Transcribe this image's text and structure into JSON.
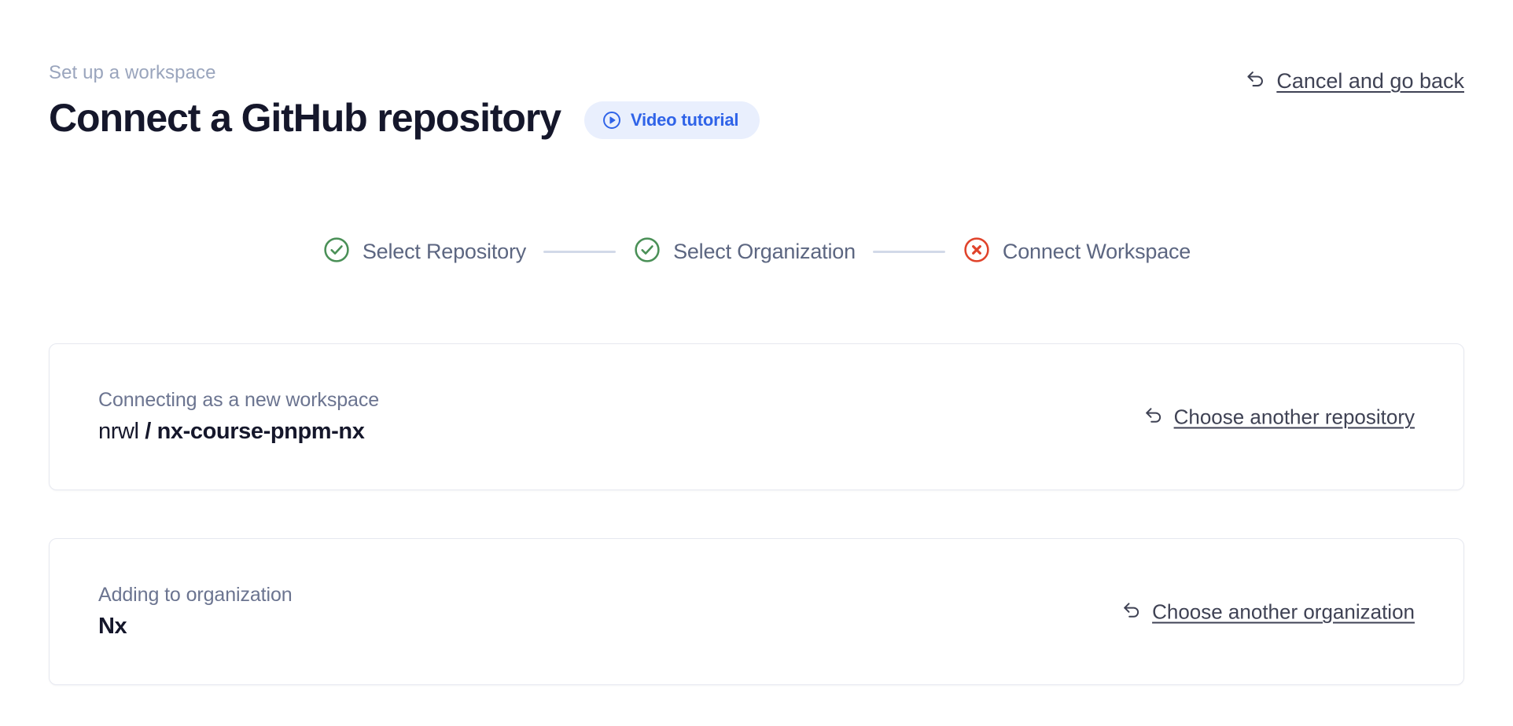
{
  "header": {
    "breadcrumb": "Set up a workspace",
    "title": "Connect a GitHub repository",
    "video_badge_label": "Video tutorial",
    "video_badge_icon": "play-circle-icon",
    "cancel_label": "Cancel and go back",
    "cancel_icon": "arrow-uturn-left-icon"
  },
  "stepper": {
    "steps": [
      {
        "label": "Select Repository",
        "state": "complete",
        "icon": "check-circle-icon"
      },
      {
        "label": "Select Organization",
        "state": "complete",
        "icon": "check-circle-icon"
      },
      {
        "label": "Connect Workspace",
        "state": "error",
        "icon": "x-circle-icon"
      }
    ]
  },
  "cards": [
    {
      "caption": "Connecting as a new workspace",
      "owner": "nrwl",
      "separator": "/",
      "name": "nx-course-pnpm-nx",
      "link_label": "Choose another repository",
      "link_icon": "arrow-uturn-left-icon"
    },
    {
      "caption": "Adding to organization",
      "name": "Nx",
      "link_label": "Choose another organization",
      "link_icon": "arrow-uturn-left-icon"
    }
  ],
  "colors": {
    "accent_blue": "#2f63e8",
    "badge_bg": "#e9effd",
    "success_green": "#4a9057",
    "error_red": "#e0432b",
    "title_ink": "#15172b",
    "muted_ink": "#6b7490",
    "breadcrumb_ink": "#9aa5bd",
    "card_border": "#e6e8f0",
    "connector": "#d2d9e8"
  }
}
